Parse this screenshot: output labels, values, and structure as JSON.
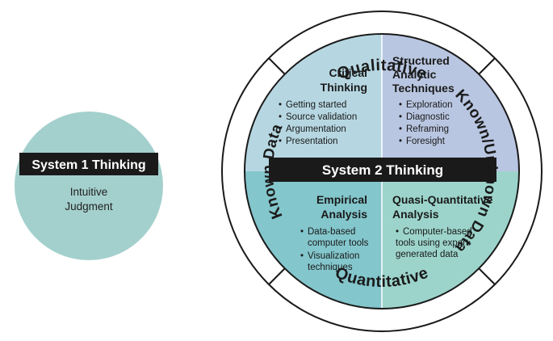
{
  "system1": {
    "title": "System 1 Thinking",
    "line1": "Intuitive",
    "line2": "Judgment"
  },
  "system2": {
    "title": "System 2 Thinking"
  },
  "ring": {
    "top": "Qualitative",
    "bottom": "Quantitative",
    "left": "Known Data",
    "right": "Known/Unknown Data"
  },
  "quadrants": {
    "critical": {
      "title1": "Critical",
      "title2": "Thinking",
      "items": [
        "Getting started",
        "Source validation",
        "Argumentation",
        "Presentation"
      ]
    },
    "structured": {
      "title1": "Structured",
      "title2": "Analytic",
      "title3": "Techniques",
      "items": [
        "Exploration",
        "Diagnostic",
        "Reframing",
        "Foresight"
      ]
    },
    "empirical": {
      "title1": "Empirical",
      "title2": "Analysis",
      "items": [
        {
          "line1": "Data-based",
          "line2": "computer tools"
        },
        {
          "line1": "Visualization",
          "line2": "techniques"
        }
      ]
    },
    "quasi": {
      "title1": "Quasi-Quantitative",
      "title2": "Analysis",
      "item": {
        "line1": "Computer-based",
        "line2": "tools using expert-",
        "line3": "generated data"
      }
    }
  },
  "colors": {
    "system1_fill": "#a3d0cd",
    "quad_top_left": "#b6d7e2",
    "quad_top_right": "#b9c6e1",
    "quad_bottom_left": "#83c6cc",
    "quad_bottom_right": "#9cd4cb",
    "ring_stroke": "#1a1a1a",
    "banner": "#1a1a1a"
  }
}
